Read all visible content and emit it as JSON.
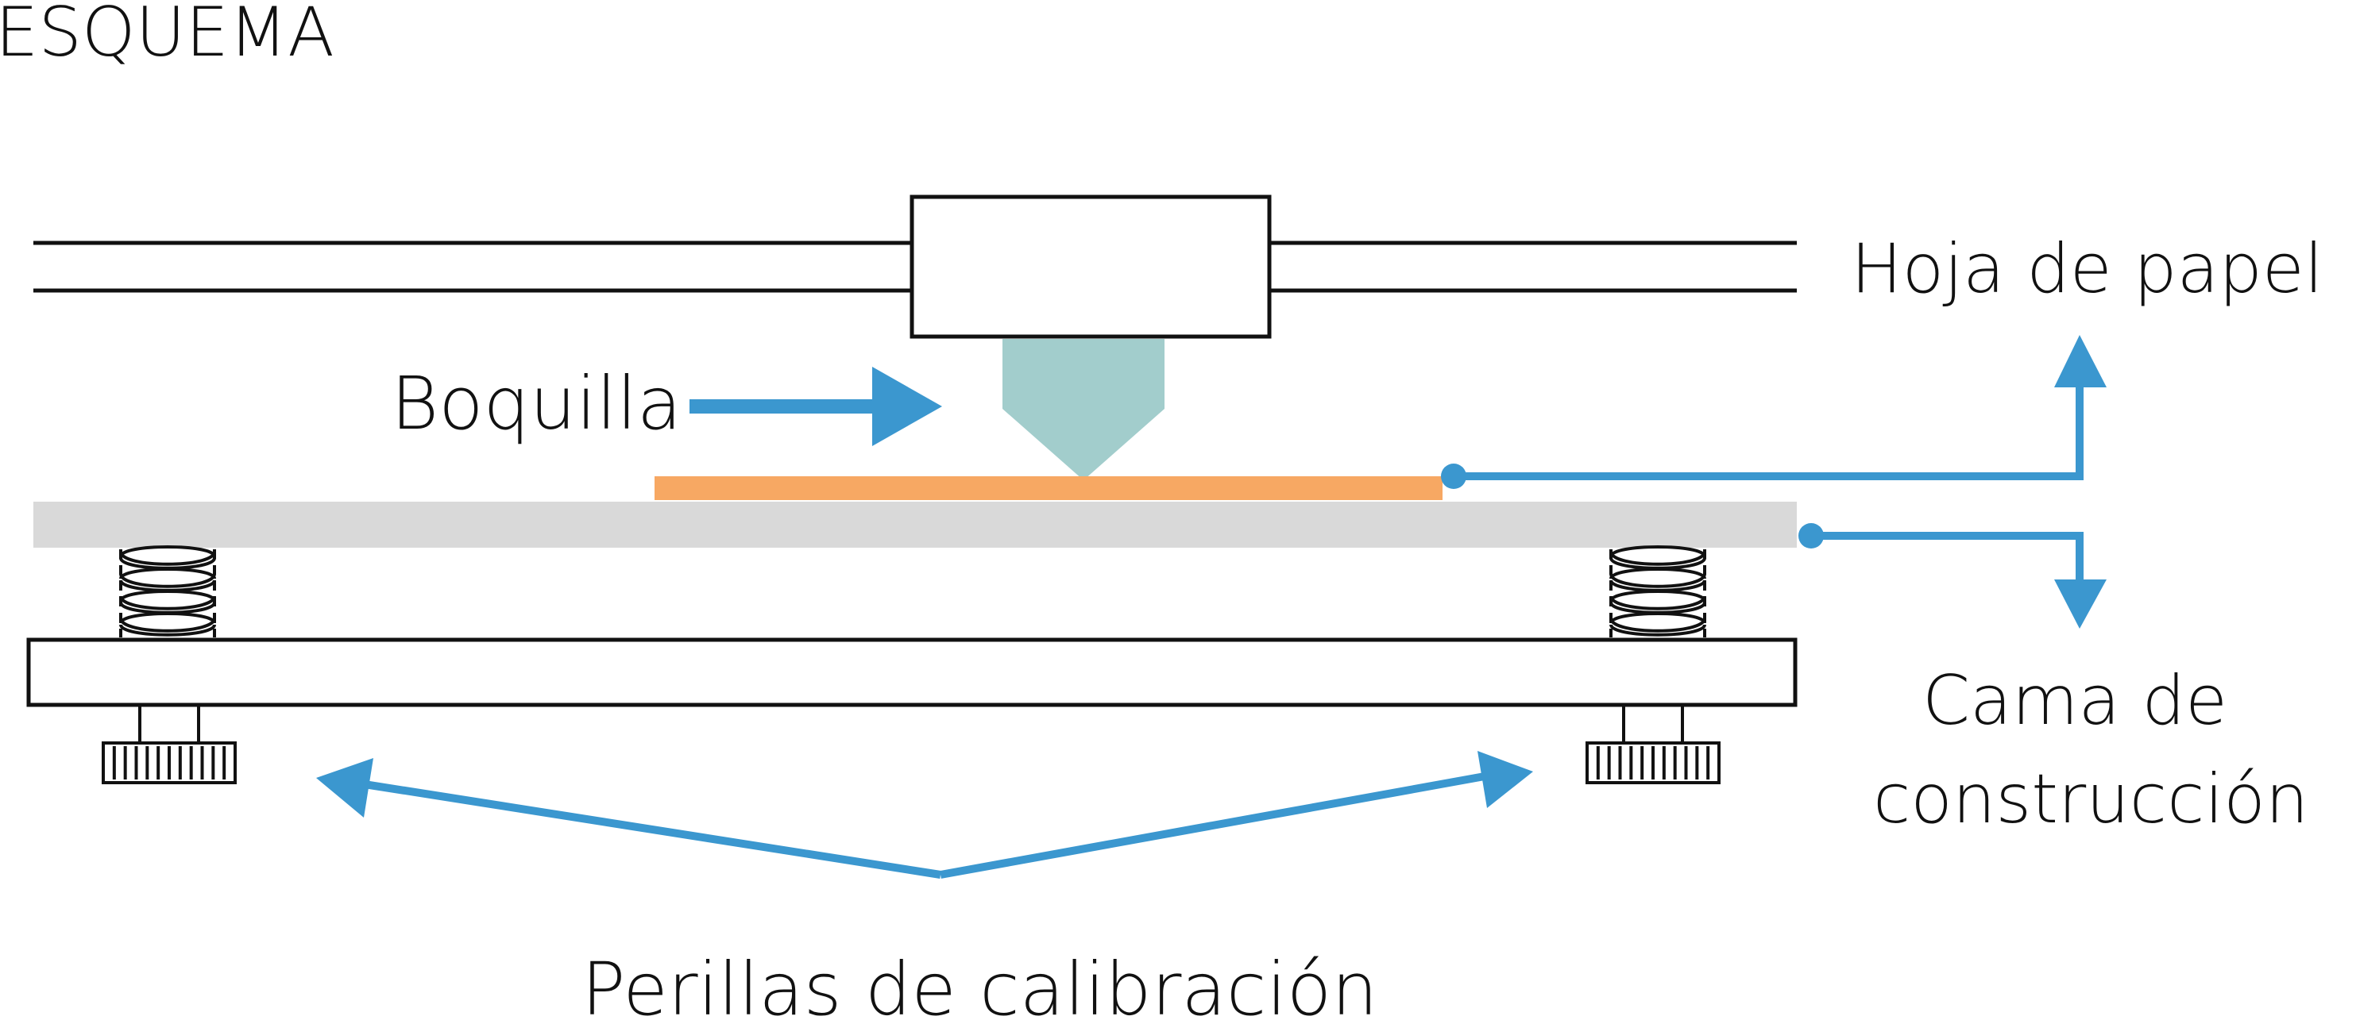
{
  "title": "ESQUEMA",
  "labels": {
    "nozzle": "Boquilla",
    "paper": "Hoja de papel",
    "bed_line1": "Cama de",
    "bed_line2": "construcción",
    "knobs": "Perillas de calibración"
  },
  "colors": {
    "arrow": "#3b97cf",
    "nozzle": "#a2cdcc",
    "paper": "#f7a863",
    "bed": "#d9d9d9",
    "stroke": "#111111"
  }
}
